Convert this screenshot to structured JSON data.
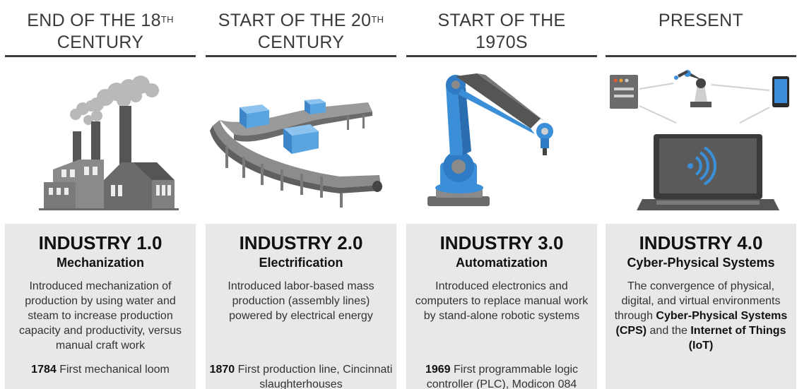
{
  "columns": [
    {
      "era_main": "END OF THE 18",
      "era_sup": "TH",
      "era_line2": "CENTURY",
      "title": "INDUSTRY 1.0",
      "subtitle": "Mechanization",
      "description": "Introduced mechanization of production by using water and steam to increase production capacity and productivity, versus manual craft work",
      "milestone_year": "1784",
      "milestone_text": " First mechanical loom",
      "icon": "factory-icon"
    },
    {
      "era_main": "START OF THE 20",
      "era_sup": "TH",
      "era_line2": "CENTURY",
      "title": "INDUSTRY 2.0",
      "subtitle": "Electrification",
      "description": "Introduced labor-based mass production (assembly lines) powered by electrical energy",
      "milestone_year": "1870",
      "milestone_text": " First production line, Cincinnati slaughterhouses",
      "icon": "conveyor-belt-icon"
    },
    {
      "era_main": "START OF THE",
      "era_sup": "",
      "era_line2": "1970S",
      "title": "INDUSTRY 3.0",
      "subtitle": "Automatization",
      "description": "Introduced electronics and computers to replace manual work by stand-alone robotic systems",
      "milestone_year": "1969",
      "milestone_text": " First programmable logic controller (PLC), Modicon 084",
      "icon": "robot-arm-icon"
    },
    {
      "era_main": "PRESENT",
      "era_sup": "",
      "era_line2": "",
      "title": "INDUSTRY 4.0",
      "subtitle": "Cyber-Physical Systems",
      "description_parts": [
        "The convergence of physical, digital, and virtual environments through ",
        "Cyber-Physical Systems (CPS)",
        " and the ",
        "Internet of Things (IoT)"
      ],
      "icon": "connected-laptop-icon"
    }
  ],
  "colors": {
    "rule": "#3c3c3c",
    "panel": "#e8e8e8",
    "blue": "#3b8ed8",
    "grey": "#6d6d6d"
  }
}
